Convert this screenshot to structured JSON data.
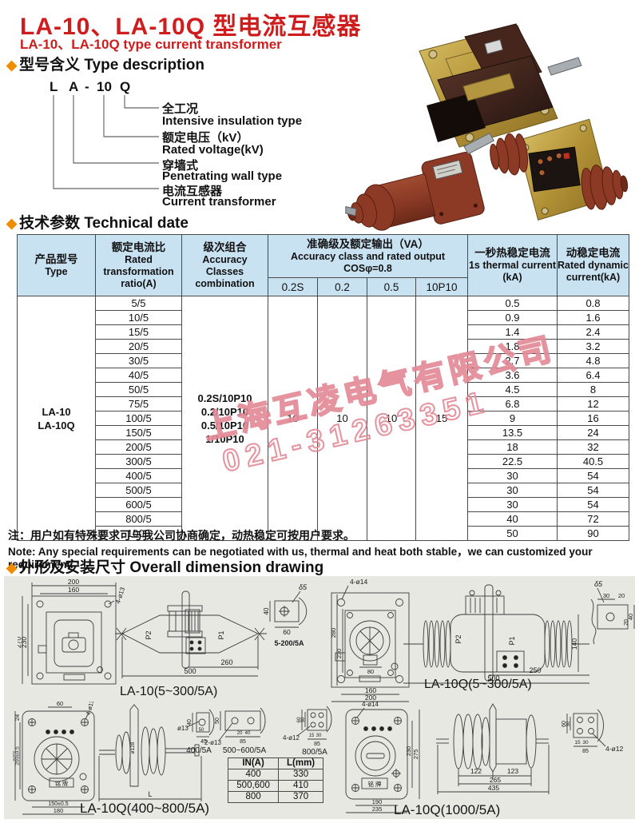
{
  "colors": {
    "accent_red": "#cf1d1d",
    "diamond_orange": "#f08c00",
    "table_header_bg": "#c9e2f2",
    "panel_gray": "#e8e8e3",
    "watermark_pink": "#e28794"
  },
  "header": {
    "title_zh": "LA-10、LA-10Q 型电流互感器",
    "title_en": "LA-10、LA-10Q type current transformer"
  },
  "section_titles": {
    "type_desc": "型号含义 Type description",
    "tech_params": "技术参数 Technical date",
    "dimensions": "外形及安装尺寸 Overall dimension drawing"
  },
  "type_code": {
    "chars": [
      "L",
      "A",
      "-",
      "10",
      "Q"
    ],
    "labels": [
      {
        "zh": "全工况",
        "en": "Intensive insulation type"
      },
      {
        "zh": "额定电压（kV）",
        "en": "Rated voltage(kV)"
      },
      {
        "zh": "穿墙式",
        "en": "Penetrating wall type"
      },
      {
        "zh": "电流互感器",
        "en": "Current transformer"
      }
    ]
  },
  "table": {
    "header": {
      "type_zh": "产品型号",
      "type_en": "Type",
      "ratio_zh": "额定电流比",
      "ratio_en1": "Rated",
      "ratio_en2": "transformation",
      "ratio_en3": "ratio(A)",
      "combo_zh": "级次组合",
      "combo_en1": "Accuracy",
      "combo_en2": "Classes",
      "combo_en3": "combination",
      "output_zh": "准确级及额定输出（VA）",
      "output_en": "Accuracy class and rated output",
      "output_cos": "COSφ=0.8",
      "sub": [
        "0.2S",
        "0.2",
        "0.5",
        "10P10"
      ],
      "thermal_zh": "一秒热稳定电流",
      "thermal_en": "1s thermal current",
      "thermal_unit": "(kA)",
      "dynamic_zh": "动稳定电流",
      "dynamic_en": "Rated dynamic",
      "dynamic_unit": "current(kA)"
    },
    "type_cell": [
      "LA-10",
      "LA-10Q"
    ],
    "combo_cell": [
      "0.2S/10P10",
      "0.2/10P10",
      "0.5/10P10",
      "1/10P10"
    ],
    "outputs": [
      "10",
      "10",
      "10",
      "15"
    ],
    "rows": [
      {
        "ratio": "5/5",
        "thermal": "0.5",
        "dynamic": "0.8"
      },
      {
        "ratio": "10/5",
        "thermal": "0.9",
        "dynamic": "1.6"
      },
      {
        "ratio": "15/5",
        "thermal": "1.4",
        "dynamic": "2.4"
      },
      {
        "ratio": "20/5",
        "thermal": "1.8",
        "dynamic": "3.2"
      },
      {
        "ratio": "30/5",
        "thermal": "2.7",
        "dynamic": "4.8"
      },
      {
        "ratio": "40/5",
        "thermal": "3.6",
        "dynamic": "6.4"
      },
      {
        "ratio": "50/5",
        "thermal": "4.5",
        "dynamic": "8"
      },
      {
        "ratio": "75/5",
        "thermal": "6.8",
        "dynamic": "12"
      },
      {
        "ratio": "100/5",
        "thermal": "9",
        "dynamic": "16"
      },
      {
        "ratio": "150/5",
        "thermal": "13.5",
        "dynamic": "24"
      },
      {
        "ratio": "200/5",
        "thermal": "18",
        "dynamic": "32"
      },
      {
        "ratio": "300/5",
        "thermal": "22.5",
        "dynamic": "40.5"
      },
      {
        "ratio": "400/5",
        "thermal": "30",
        "dynamic": "54"
      },
      {
        "ratio": "500/5",
        "thermal": "30",
        "dynamic": "54"
      },
      {
        "ratio": "600/5",
        "thermal": "30",
        "dynamic": "54"
      },
      {
        "ratio": "800/5",
        "thermal": "40",
        "dynamic": "72"
      },
      {
        "ratio": "1000",
        "thermal": "50",
        "dynamic": "90"
      }
    ]
  },
  "watermark": {
    "line1": "上海互凌电气有限公司",
    "line2": "021-31263351"
  },
  "notes": {
    "zh": "注：用户如有特殊要求可与我公司协商确定，动热稳定可按用户要求。",
    "en": "Note: Any special requirements can be negotiated with us, thermal and heat both stable，we can customized your requirement."
  },
  "drawings": {
    "d1": {
      "caption": "LA-10(5~300/5A)",
      "front": {
        "w": "200",
        "iw": "160",
        "h": "270",
        "ih": "230",
        "holes": "4-ø13"
      },
      "side": {
        "p2": "P2",
        "p1": "P1",
        "a": "260",
        "b": "500"
      },
      "det": {
        "t": "δ5",
        "v": "40",
        "w": "60",
        "range": "5-200/5A"
      }
    },
    "d2": {
      "caption": "LA-10Q(5~300/5A)",
      "front": {
        "holes": "4-ø14",
        "h": "280",
        "ih": "230",
        "c": "80",
        "iw": "160",
        "w": "200"
      },
      "side": {
        "p2": "P2",
        "p1": "P1",
        "bh": "140",
        "a": "250",
        "b": "500"
      },
      "det": {
        "t": "δ5",
        "a": "30",
        "b": "20",
        "v1": "40",
        "v2": "20"
      }
    },
    "d3": {
      "caption": "LA-10Q(400~800/5A)",
      "front": {
        "t1": "24",
        "t2": "60",
        "holes": "4-ø13",
        "h": "230",
        "ih": "200±0.5",
        "plate": "铭 牌",
        "iw": "150±0.5",
        "w": "180"
      },
      "side": {
        "d": "ø128",
        "L": "L"
      },
      "t400": {
        "hole": "ø13",
        "v": "40",
        "s": "50",
        "b": "45",
        "cap": "400/5A"
      },
      "t500": {
        "hole": "2-ø13",
        "v": "50",
        "s1": "20",
        "s2": "40",
        "b": "85",
        "cap": "500~600/5A"
      },
      "t800": {
        "hole": "4-ø12",
        "v1": "60",
        "v2": "30",
        "s1": "15",
        "s2": "30",
        "b": "85",
        "cap": "800/5A"
      },
      "lt": {
        "h1": "IN(A)",
        "h2": "L(mm)",
        "rows": [
          [
            "400",
            "330"
          ],
          [
            "500,600",
            "410"
          ],
          [
            "800",
            "370"
          ]
        ]
      }
    },
    "d4": {
      "caption": "LA-10Q(1000/5A)",
      "front": {
        "holes": "4-ø14",
        "h": "230",
        "oh": "275",
        "plate": "铭 牌",
        "iw": "190",
        "w": "235"
      },
      "side": {
        "a": "122",
        "b": "123",
        "c": "265",
        "d": "435"
      },
      "det": {
        "v1": "60",
        "v2": "30",
        "s1": "15",
        "s2": "30",
        "b": "85",
        "hole": "4-ø12"
      }
    }
  }
}
